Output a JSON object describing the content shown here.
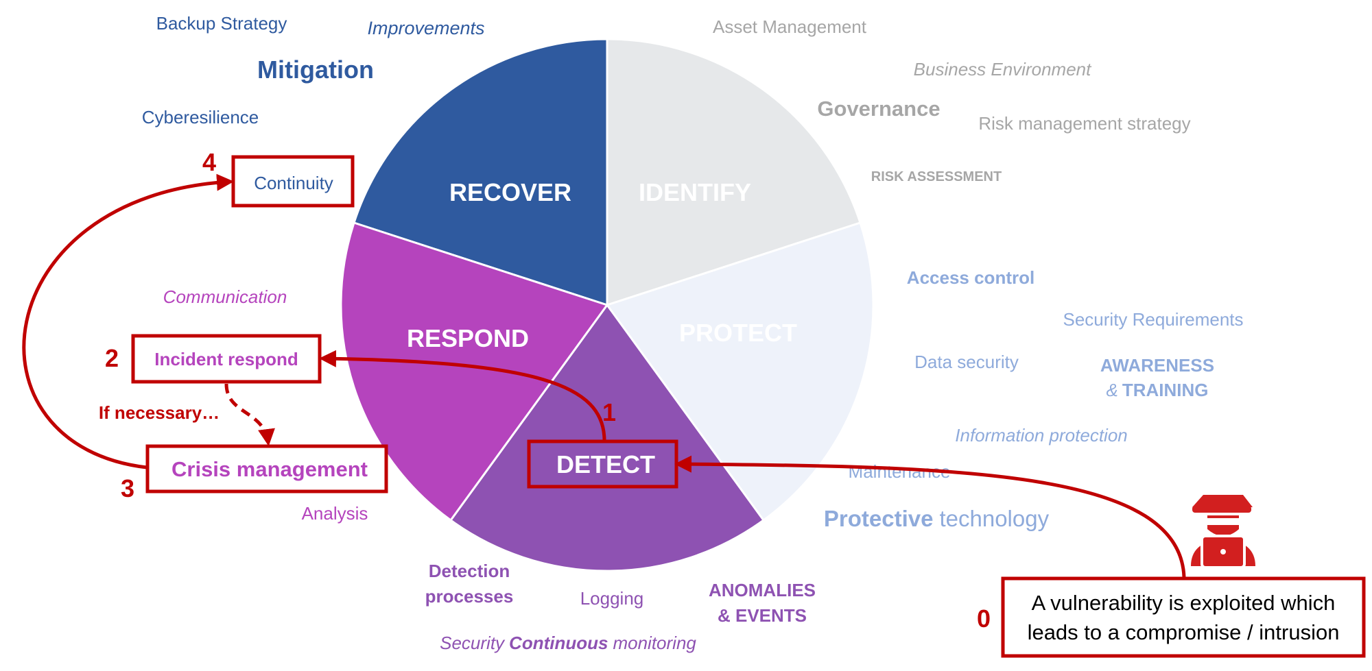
{
  "wheel": {
    "segments": [
      {
        "id": "recover",
        "label": "RECOVER",
        "color": "#2f5a9f"
      },
      {
        "id": "identify",
        "label": "IDENTIFY",
        "color": "#e6e8ea"
      },
      {
        "id": "protect",
        "label": "PROTECT",
        "color": "#eef2fa"
      },
      {
        "id": "detect",
        "label": "DETECT",
        "color": "#8e52b2"
      },
      {
        "id": "respond",
        "label": "RESPOND",
        "color": "#b544bd"
      }
    ]
  },
  "recover_terms": {
    "backup_strategy": "Backup Strategy",
    "improvements": "Improvements",
    "mitigation": "Mitigation",
    "cyberesilience": "Cyberesilience",
    "continuity": "Continuity"
  },
  "identify_terms": {
    "asset_management": "Asset Management",
    "business_environment": "Business Environment",
    "governance": "Governance",
    "risk_management_strategy": "Risk management strategy",
    "risk_assessment": "RISK ASSESSMENT"
  },
  "protect_terms": {
    "access_control": "Access control",
    "security_requirements": "Security Requirements",
    "data_security": "Data security",
    "awareness": "AWARENESS",
    "training_amp": "&",
    "training": "TRAINING",
    "information_protection": "Information protection",
    "maintenance": "Maintenance",
    "protective_bold": "Protective",
    "protective_rest": "technology"
  },
  "detect_terms": {
    "detection_line1": "Detection",
    "detection_line2": "processes",
    "logging": "Logging",
    "anomalies_line1": "ANOMALIES",
    "anomalies_line2": "& EVENTS",
    "monitoring_pre": "Security",
    "monitoring_bold": "Continuous",
    "monitoring_post": "monitoring"
  },
  "respond_terms": {
    "communication": "Communication",
    "incident_respond": "Incident respond",
    "if_necessary": "If necessary…",
    "crisis_management": "Crisis management",
    "analysis": "Analysis"
  },
  "steps": {
    "step0": "0",
    "step1": "1",
    "step2": "2",
    "step3": "3",
    "step4": "4"
  },
  "callout": {
    "line1": "A vulnerability is exploited which",
    "line2": "leads to a compromise / intrusion"
  },
  "colors": {
    "accent_red": "#c00000",
    "recover_text": "#2f5a9f",
    "identify_text": "#a6a6a6",
    "protect_text": "#8eaadb",
    "detect_text": "#8e52b2",
    "respond_text": "#b544bd"
  },
  "icons": {
    "hacker": "hacker-icon"
  }
}
